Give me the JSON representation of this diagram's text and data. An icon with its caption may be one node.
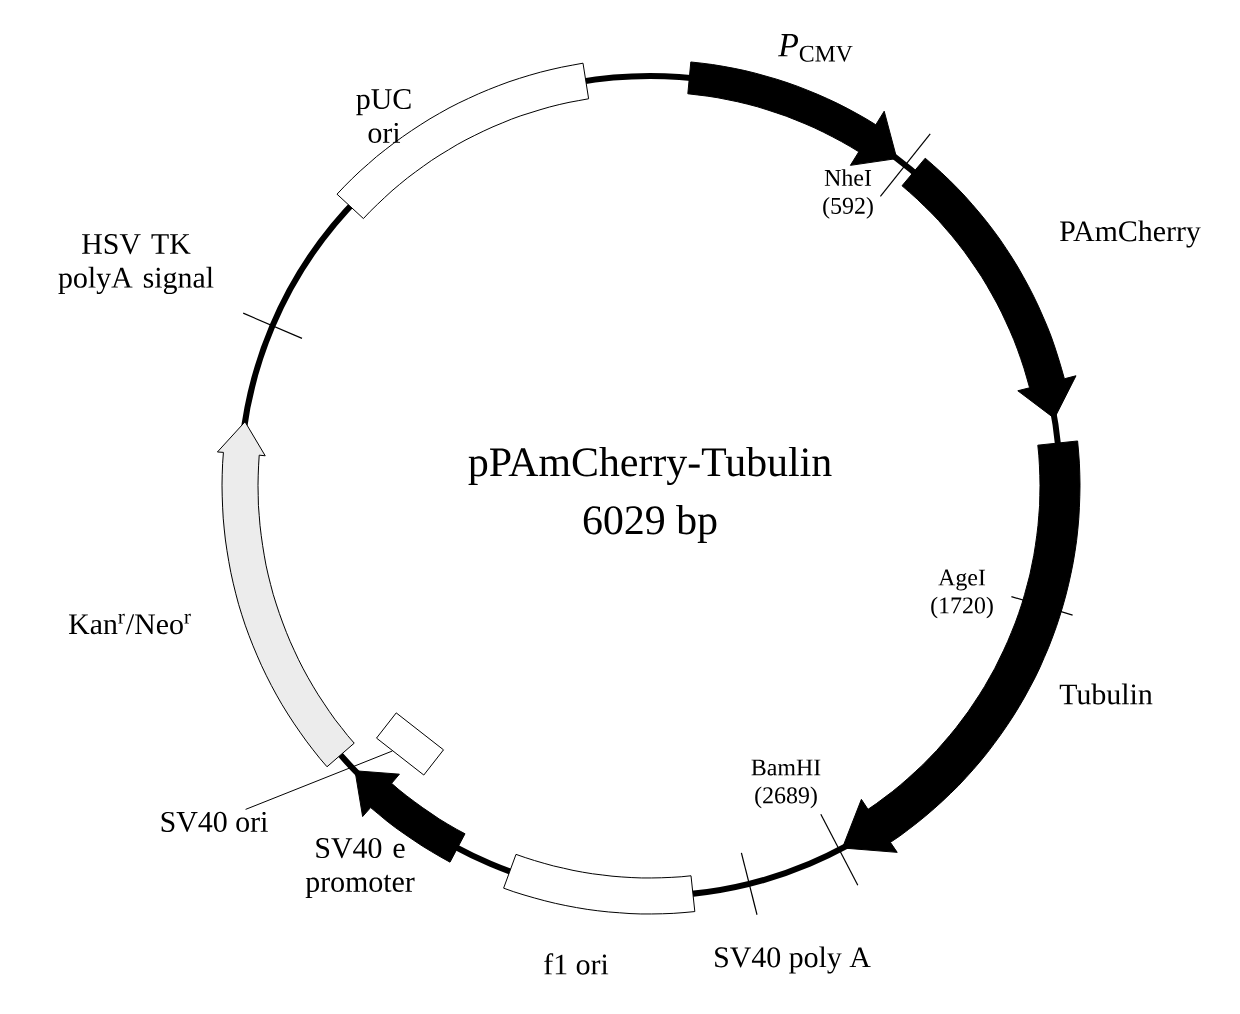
{
  "diagram": {
    "nodes": [
      {
        "text": [
          "SV40 ori"
        ]
      },
      {
        "text": [],
        "shape": "box"
      }
    ],
    "edges": [
      {
        "from": 0,
        "to": 1,
        "arrow": "none"
      }
    ],
    "labels": [
      "pUC ori",
      "*P*$_{CMV}$",
      "NheI (592)",
      "PAmCherry",
      "HSV TK polyA signal",
      "pPAmCherry-Tubulin",
      "6029 bp",
      "Kan$^{r}$/Neo$^{r}$",
      "AgeI (1720)",
      "Tubulin",
      "BamHI (2689)",
      "SV40 e promoter",
      "f1 ori",
      "SV40 poly A"
    ]
  }
}
